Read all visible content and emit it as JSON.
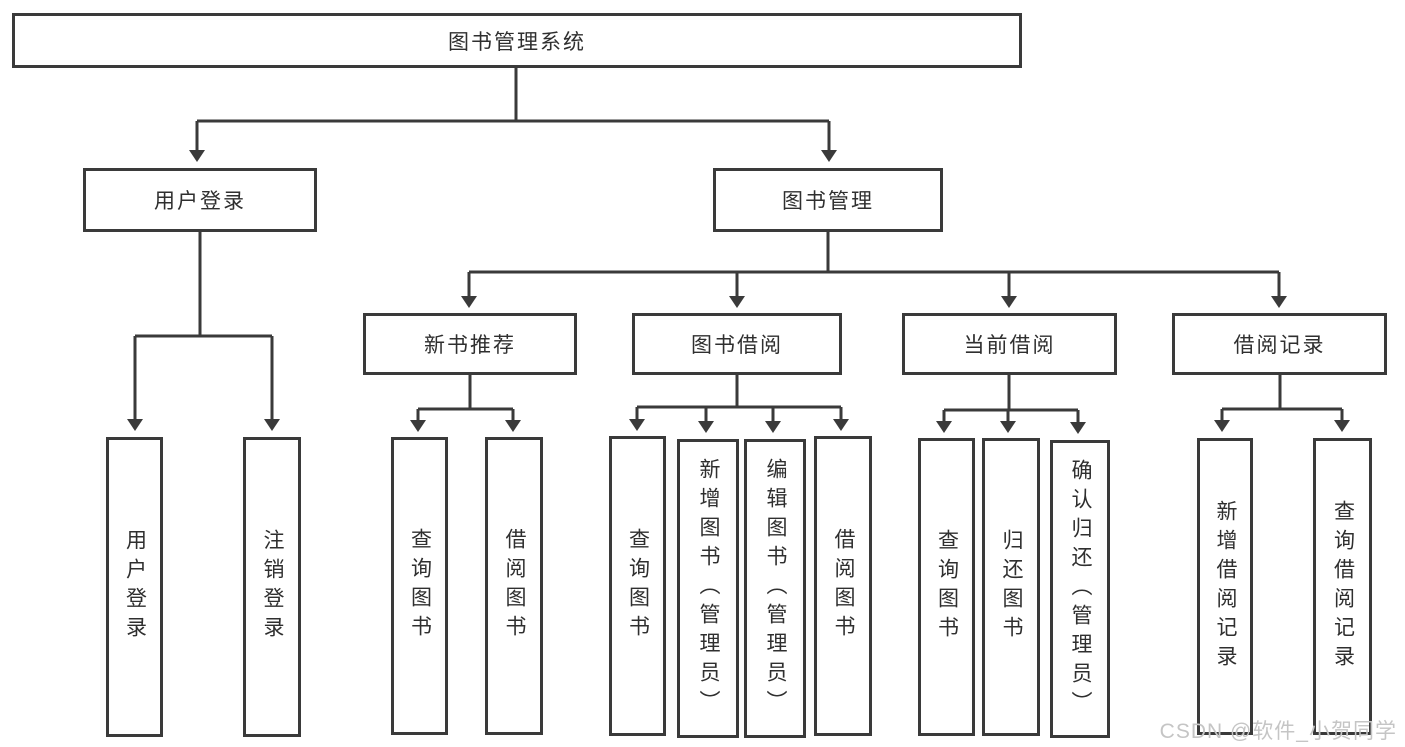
{
  "tree": {
    "label": "图书管理系统",
    "children": [
      {
        "label": "用户登录",
        "children": [
          {
            "label": "用户登录"
          },
          {
            "label": "注销登录"
          }
        ]
      },
      {
        "label": "图书管理",
        "children": [
          {
            "label": "新书推荐",
            "children": [
              {
                "label": "查询图书"
              },
              {
                "label": "借阅图书"
              }
            ]
          },
          {
            "label": "图书借阅",
            "children": [
              {
                "label": "查询图书"
              },
              {
                "label": "新增图书（管理员）"
              },
              {
                "label": "编辑图书（管理员）"
              },
              {
                "label": "借阅图书"
              }
            ]
          },
          {
            "label": "当前借阅",
            "children": [
              {
                "label": "查询图书"
              },
              {
                "label": "归还图书"
              },
              {
                "label": "确认归还（管理员）"
              }
            ]
          },
          {
            "label": "借阅记录",
            "children": [
              {
                "label": "新增借阅记录"
              },
              {
                "label": "查询借阅记录"
              }
            ]
          }
        ]
      }
    ]
  },
  "watermark": "CSDN @软件_小贺同学",
  "colors": {
    "line": "#3a3a3a",
    "text": "#2f2f2f",
    "background": "#ffffff",
    "watermark": "#c5c5c5"
  }
}
